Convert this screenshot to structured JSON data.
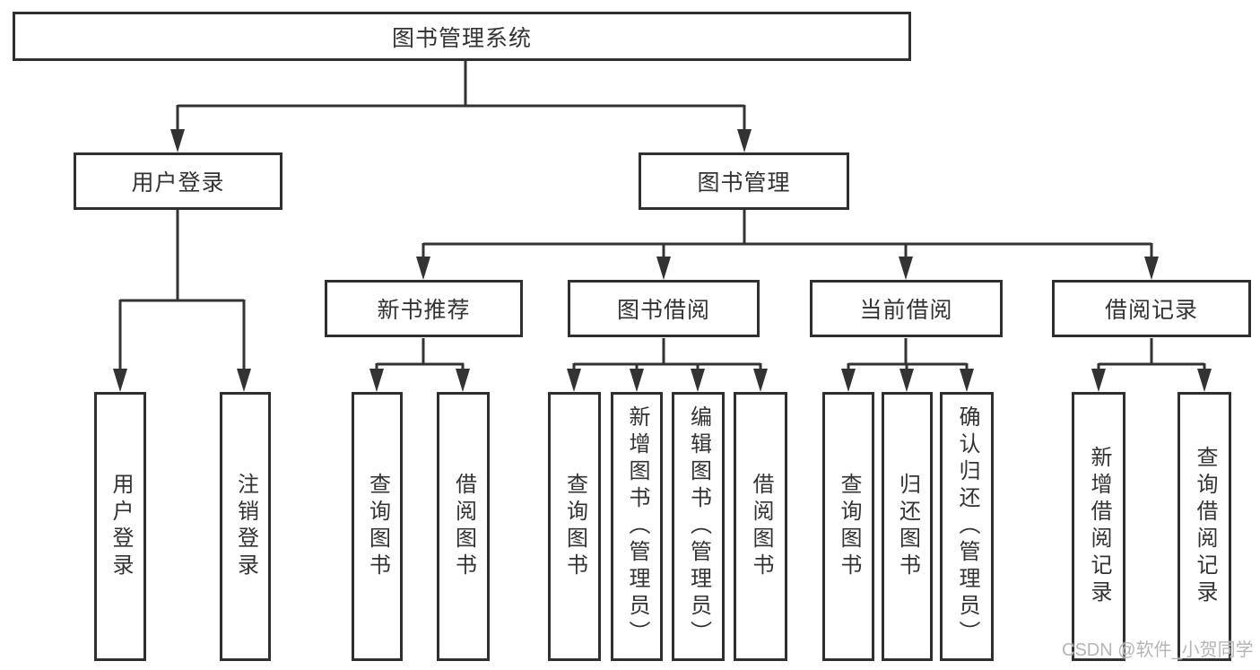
{
  "tree": {
    "label": "图书管理系统",
    "children": [
      {
        "label": "用户登录",
        "children": [
          {
            "label": "用户登录"
          },
          {
            "label": "注销登录"
          }
        ]
      },
      {
        "label": "图书管理",
        "children": [
          {
            "label": "新书推荐",
            "children": [
              {
                "label": "查询图书"
              },
              {
                "label": "借阅图书"
              }
            ]
          },
          {
            "label": "图书借阅",
            "children": [
              {
                "label": "查询图书"
              },
              {
                "label": "新增图书（管理员）"
              },
              {
                "label": "编辑图书（管理员）"
              },
              {
                "label": "借阅图书"
              }
            ]
          },
          {
            "label": "当前借阅",
            "children": [
              {
                "label": "查询图书"
              },
              {
                "label": "归还图书"
              },
              {
                "label": "确认归还（管理员）"
              }
            ]
          },
          {
            "label": "借阅记录",
            "children": [
              {
                "label": "新增借阅记录"
              },
              {
                "label": "查询借阅记录"
              }
            ]
          }
        ]
      }
    ]
  },
  "watermark": {
    "text": "CSDN @软件_小贺同学"
  },
  "colors": {
    "line": "#333333",
    "box_border": "#303030",
    "text": "#333333",
    "watermark": "#b5b5b5",
    "background": "#ffffff"
  }
}
